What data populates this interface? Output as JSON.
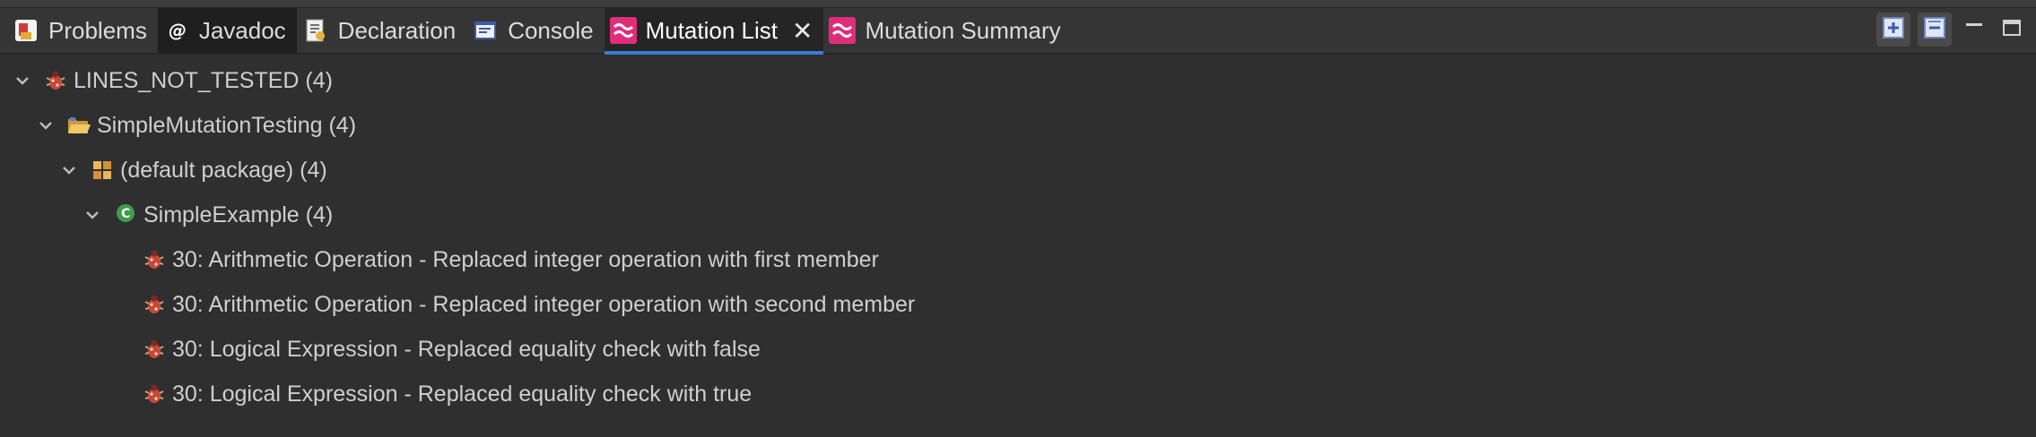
{
  "tabs": [
    {
      "label": "Problems",
      "icon": "problems-icon"
    },
    {
      "label": "Javadoc",
      "icon": "javadoc-icon"
    },
    {
      "label": "Declaration",
      "icon": "declaration-icon"
    },
    {
      "label": "Console",
      "icon": "console-icon"
    },
    {
      "label": "Mutation List",
      "icon": "mutation-icon",
      "active": true,
      "close_glyph": "✕"
    },
    {
      "label": "Mutation Summary",
      "icon": "mutation-icon"
    }
  ],
  "tree": {
    "root": "LINES_NOT_TESTED (4)",
    "project": "SimpleMutationTesting (4)",
    "package": "(default package) (4)",
    "class": "SimpleExample (4)",
    "mutations": [
      "30: Arithmetic Operation - Replaced integer operation with first member",
      "30: Arithmetic Operation - Replaced integer operation with second member",
      "30: Logical Expression - Replaced equality check with false",
      "30: Logical Expression - Replaced equality check with true"
    ]
  },
  "colors": {
    "accent": "#3a7bd5",
    "mutation_icon": "#e02d7a",
    "class_icon": "#3f9c4a"
  }
}
